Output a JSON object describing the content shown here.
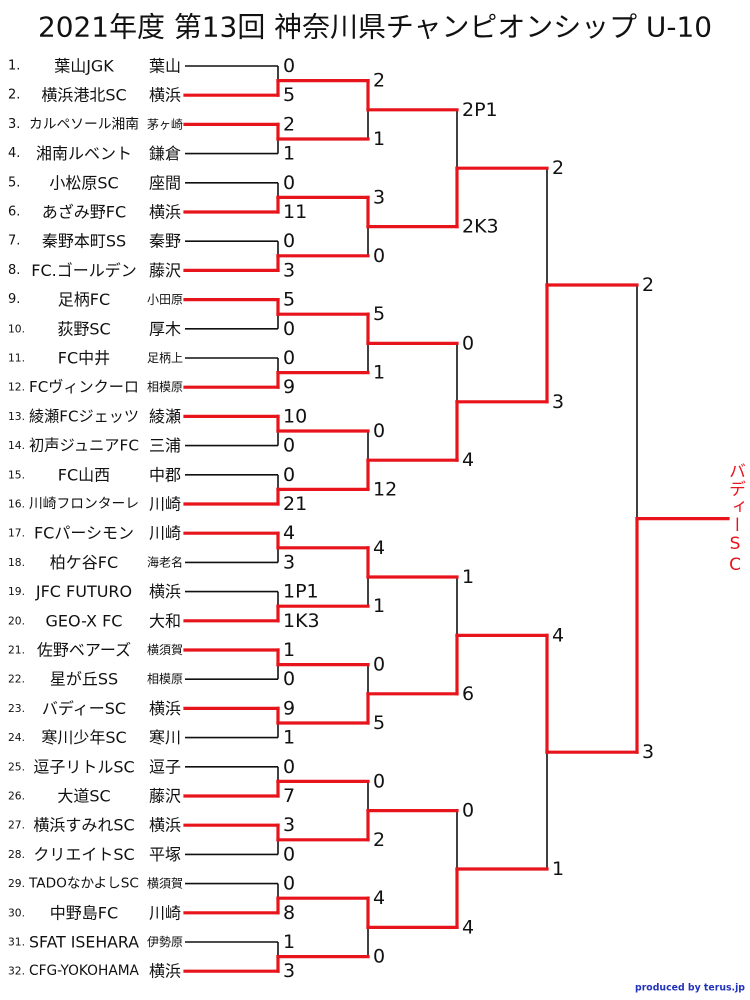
{
  "title": "2021年度 第13回 神奈川県チャンピオンシップ U-10",
  "teams": [
    {
      "no": "1.",
      "name": "葉山JGK",
      "region": "葉山"
    },
    {
      "no": "2.",
      "name": "横浜港北SC",
      "region": "横浜"
    },
    {
      "no": "3.",
      "name": "カルペソール湘南",
      "region": "茅ヶ崎"
    },
    {
      "no": "4.",
      "name": "湘南ルベント",
      "region": "鎌倉"
    },
    {
      "no": "5.",
      "name": "小松原SC",
      "region": "座間"
    },
    {
      "no": "6.",
      "name": "あざみ野FC",
      "region": "横浜"
    },
    {
      "no": "7.",
      "name": "秦野本町SS",
      "region": "秦野"
    },
    {
      "no": "8.",
      "name": "FC.ゴールデン",
      "region": "藤沢"
    },
    {
      "no": "9.",
      "name": "足柄FC",
      "region": "小田原"
    },
    {
      "no": "10.",
      "name": "荻野SC",
      "region": "厚木"
    },
    {
      "no": "11.",
      "name": "FC中井",
      "region": "足柄上"
    },
    {
      "no": "12.",
      "name": "FCヴィンクーロ",
      "region": "相模原"
    },
    {
      "no": "13.",
      "name": "綾瀬FCジェッツ",
      "region": "綾瀬"
    },
    {
      "no": "14.",
      "name": "初声ジュニアFC",
      "region": "三浦"
    },
    {
      "no": "15.",
      "name": "FC山西",
      "region": "中郡"
    },
    {
      "no": "16.",
      "name": "川崎フロンターレ",
      "region": "川崎"
    },
    {
      "no": "17.",
      "name": "FCパーシモン",
      "region": "川崎"
    },
    {
      "no": "18.",
      "name": "柏ケ谷FC",
      "region": "海老名"
    },
    {
      "no": "19.",
      "name": "JFC FUTURO",
      "region": "横浜"
    },
    {
      "no": "20.",
      "name": "GEO-X FC",
      "region": "大和"
    },
    {
      "no": "21.",
      "name": "佐野ベアーズ",
      "region": "横須賀"
    },
    {
      "no": "22.",
      "name": "星が丘SS",
      "region": "相模原"
    },
    {
      "no": "23.",
      "name": "バディーSC",
      "region": "横浜"
    },
    {
      "no": "24.",
      "name": "寒川少年SC",
      "region": "寒川"
    },
    {
      "no": "25.",
      "name": "逗子リトルSC",
      "region": "逗子"
    },
    {
      "no": "26.",
      "name": "大道SC",
      "region": "藤沢"
    },
    {
      "no": "27.",
      "name": "横浜すみれSC",
      "region": "横浜"
    },
    {
      "no": "28.",
      "name": "クリエイトSC",
      "region": "平塚"
    },
    {
      "no": "29.",
      "name": "TADOなかよしSC",
      "region": "横須賀"
    },
    {
      "no": "30.",
      "name": "中野島FC",
      "region": "川崎"
    },
    {
      "no": "31.",
      "name": "SFAT ISEHARA",
      "region": "伊勢原"
    },
    {
      "no": "32.",
      "name": "CFG-YOKOHAMA",
      "region": "横浜"
    }
  ],
  "rounds": [
    [
      {
        "scores": [
          "0",
          "5"
        ],
        "winner": 1
      },
      {
        "scores": [
          "2",
          "1"
        ],
        "winner": 0
      },
      {
        "scores": [
          "0",
          "11"
        ],
        "winner": 1
      },
      {
        "scores": [
          "0",
          "3"
        ],
        "winner": 1
      },
      {
        "scores": [
          "5",
          "0"
        ],
        "winner": 0
      },
      {
        "scores": [
          "0",
          "9"
        ],
        "winner": 1
      },
      {
        "scores": [
          "10",
          "0"
        ],
        "winner": 0
      },
      {
        "scores": [
          "0",
          "21"
        ],
        "winner": 1
      },
      {
        "scores": [
          "4",
          "3"
        ],
        "winner": 0
      },
      {
        "scores": [
          "1P1",
          "1K3"
        ],
        "winner": 1
      },
      {
        "scores": [
          "1",
          "0"
        ],
        "winner": 0
      },
      {
        "scores": [
          "9",
          "1"
        ],
        "winner": 0
      },
      {
        "scores": [
          "0",
          "7"
        ],
        "winner": 1
      },
      {
        "scores": [
          "3",
          "0"
        ],
        "winner": 0
      },
      {
        "scores": [
          "0",
          "8"
        ],
        "winner": 1
      },
      {
        "scores": [
          "1",
          "3"
        ],
        "winner": 1
      }
    ],
    [
      {
        "scores": [
          "2",
          "1"
        ],
        "winner": 0
      },
      {
        "scores": [
          "3",
          "0"
        ],
        "winner": 0
      },
      {
        "scores": [
          "5",
          "1"
        ],
        "winner": 0
      },
      {
        "scores": [
          "0",
          "12"
        ],
        "winner": 1
      },
      {
        "scores": [
          "4",
          "1"
        ],
        "winner": 0
      },
      {
        "scores": [
          "0",
          "5"
        ],
        "winner": 1
      },
      {
        "scores": [
          "0",
          "2"
        ],
        "winner": 1
      },
      {
        "scores": [
          "4",
          "0"
        ],
        "winner": 0
      }
    ],
    [
      {
        "scores": [
          "2P1",
          "2K3"
        ],
        "winner": 1
      },
      {
        "scores": [
          "0",
          "4"
        ],
        "winner": 1
      },
      {
        "scores": [
          "1",
          "6"
        ],
        "winner": 1
      },
      {
        "scores": [
          "0",
          "4"
        ],
        "winner": 1
      }
    ],
    [
      {
        "scores": [
          "2",
          "3"
        ],
        "winner": 1
      },
      {
        "scores": [
          "4",
          "1"
        ],
        "winner": 0
      }
    ],
    [
      {
        "scores": [
          "2",
          "3"
        ],
        "winner": 1
      }
    ]
  ],
  "champion": "バディーSC",
  "credit": "produced by terus.jp",
  "colors": {
    "text": "#111111",
    "score": "#111111",
    "line": "#111111",
    "winner_line": "#e8141c",
    "champion": "#e8141c",
    "credit": "#2233bb"
  }
}
